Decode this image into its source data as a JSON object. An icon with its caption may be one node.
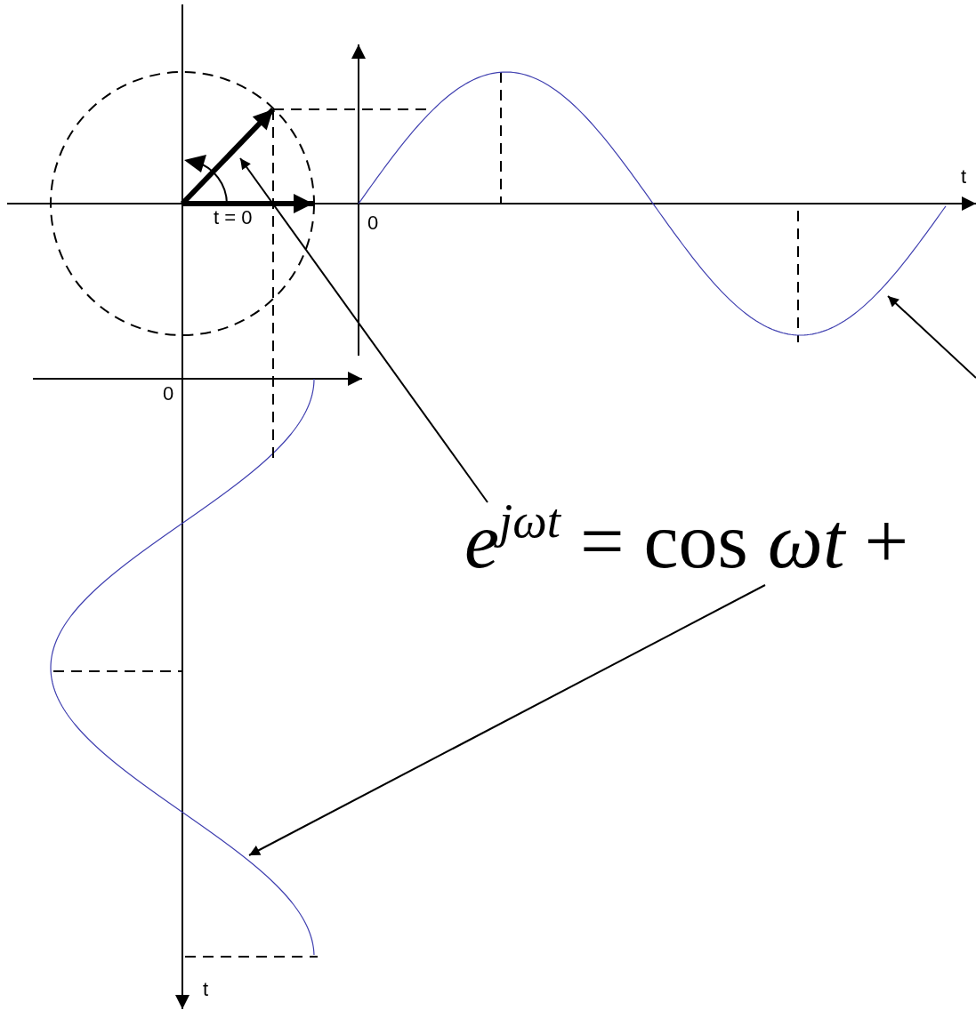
{
  "diagram": {
    "nodes": [
      {
        "text": [
          "*e*$^{jωt}$ = cos *ωt* +"
        ]
      },
      {
        "text": [],
        "shape": "arrow"
      },
      {
        "text": [],
        "shape": "curve"
      },
      {
        "text": [],
        "shape": "curve"
      }
    ],
    "edges": [
      {
        "from": 0,
        "to": 1,
        "arrow": "to"
      },
      {
        "from": 0,
        "to": 3,
        "arrow": "to"
      },
      {
        "from": null,
        "to": 2,
        "arrow": "to"
      },
      {
        "from": 1,
        "to": 2,
        "arrow": "none",
        "style": "dashed"
      },
      {
        "from": 1,
        "to": 3,
        "arrow": "none",
        "style": "dashed"
      }
    ],
    "labels": [
      "t",
      "t = 0",
      "0",
      "0",
      "t"
    ]
  }
}
